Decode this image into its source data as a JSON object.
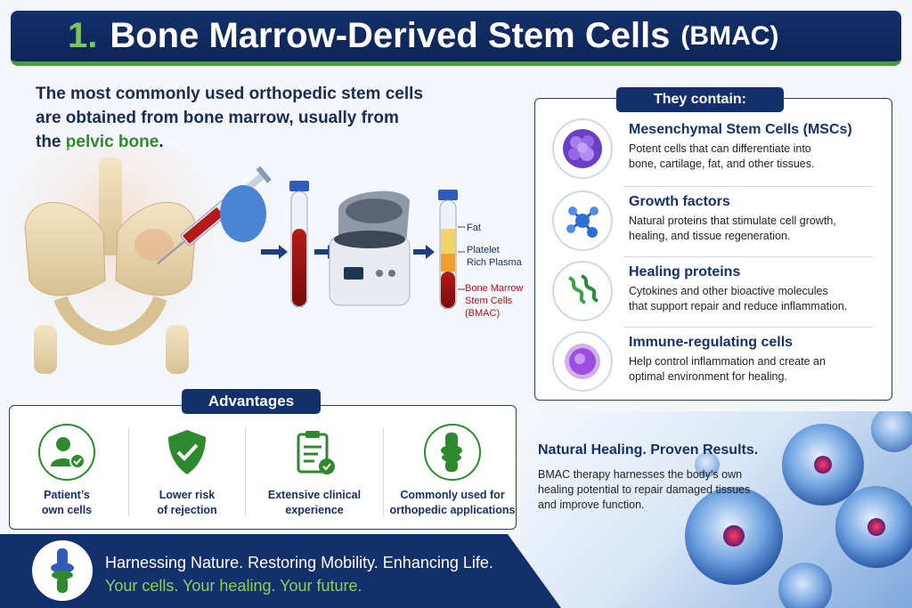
{
  "header": {
    "number": "1.",
    "title": "Bone Marrow-Derived Stem Cells",
    "abbr": "(BMAC)"
  },
  "intro": {
    "line1": "The most commonly used orthopedic stem cells",
    "line2": "are obtained from bone marrow, usually from",
    "line3_prefix": "the ",
    "line3_highlight": "pelvic bone",
    "line3_suffix": "."
  },
  "tube_labels": {
    "fat": "Fat",
    "prp_1": "Platelet",
    "prp_2": "Rich Plasma",
    "bmac_1": "Bone Marrow",
    "bmac_2": "Stem Cells",
    "bmac_3": "(BMAC)"
  },
  "contains": {
    "heading": "They contain:",
    "items": [
      {
        "title": "Mesenchymal Stem Cells (MSCs)",
        "desc1": "Potent cells that can differentiate into",
        "desc2": "bone, cartilage, fat, and other tissues.",
        "icon": "stem-cell-cluster-icon"
      },
      {
        "title": "Growth factors",
        "desc1": "Natural proteins that stimulate cell growth,",
        "desc2": "healing, and tissue regeneration.",
        "icon": "molecule-icon"
      },
      {
        "title": "Healing proteins",
        "desc1": "Cytokines and other bioactive molecules",
        "desc2": "that support repair and reduce inflammation.",
        "icon": "protein-helix-icon"
      },
      {
        "title": "Immune-regulating cells",
        "desc1": "Help control inflammation and create an",
        "desc2": "optimal environment for healing.",
        "icon": "immune-cell-icon"
      }
    ]
  },
  "advantages": {
    "heading": "Advantages",
    "items": [
      {
        "line1": "Patient’s",
        "line2": "own cells",
        "icon": "patient-check-icon"
      },
      {
        "line1": "Lower risk",
        "line2": "of rejection",
        "icon": "shield-check-icon"
      },
      {
        "line1": "Extensive clinical",
        "line2": "experience",
        "icon": "clipboard-check-icon"
      },
      {
        "line1": "Commonly used for",
        "line2": "orthopedic applications",
        "icon": "knee-joint-icon"
      }
    ]
  },
  "natural": {
    "title": "Natural Healing. Proven Results.",
    "text": "BMAC therapy harnesses the body’s own healing potential to repair damaged tissues and improve function."
  },
  "footer": {
    "line1": "Harnessing Nature. Restoring Mobility. Enhancing Life.",
    "line2": "Your cells. Your healing. Your future."
  },
  "colors": {
    "navy": "#13306a",
    "green": "#2f8a2f",
    "light_green": "#7ec653",
    "blood_red": "#9a1010"
  }
}
